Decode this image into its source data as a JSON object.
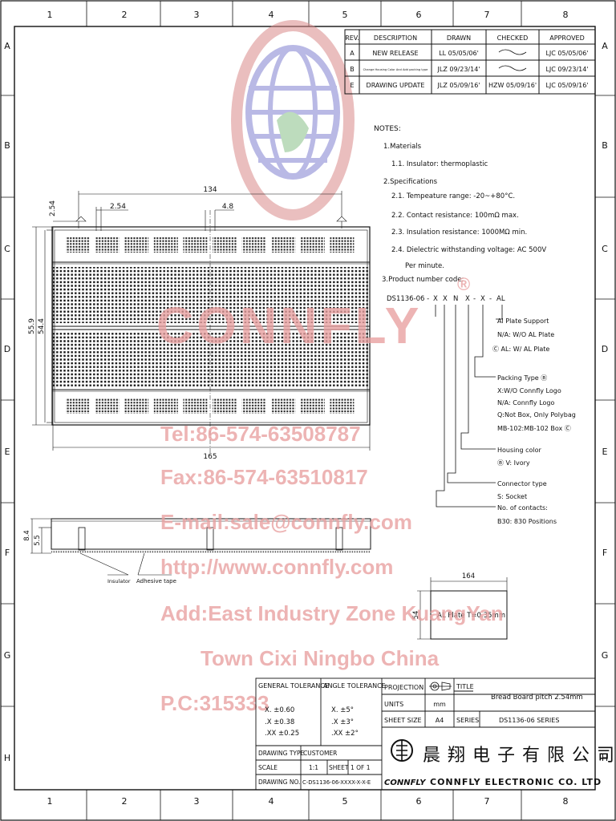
{
  "grid": {
    "cols": [
      "1",
      "2",
      "3",
      "4",
      "5",
      "6",
      "7",
      "8"
    ],
    "rows": [
      "A",
      "B",
      "C",
      "D",
      "E",
      "F",
      "G",
      "H"
    ]
  },
  "revision_table": {
    "headers": [
      "REV.",
      "DESCRIPTION",
      "DRAWN",
      "CHECKED",
      "APPROVED"
    ],
    "rows": [
      {
        "rev": "A",
        "desc": "NEW RELEASE",
        "drawn": "LL 05/05/06'",
        "approved": "LJC 05/05/06'"
      },
      {
        "rev": "B",
        "desc": "Change Housing Color And Add packing type",
        "drawn": "JLZ 09/23/14'",
        "approved": "LJC 09/23/14'"
      },
      {
        "rev": "E",
        "desc": "DRAWING UPDATE",
        "drawn": "JLZ 05/09/16'",
        "checked": "HZW 05/09/16'",
        "approved": "LJC 05/09/16'"
      }
    ]
  },
  "notes": {
    "title": "NOTES:",
    "lines": [
      "1.Materials",
      "1.1. Insulator: thermoplastic",
      "2.Specifications",
      "2.1. Tempeature range: -20~+80°C.",
      "2.2. Contact resistance: 100mΩ max.",
      "2.3. Insulation resistance: 1000MΩ min.",
      "2.4. Dielectric withstanding voltage: AC 500V",
      "Per minute.",
      "3.Product number code:"
    ]
  },
  "part_code": {
    "prefix": "DS1136-06 - ",
    "fields": [
      "X",
      "X",
      "N",
      "X",
      "-",
      "X",
      "-",
      "AL"
    ],
    "al_plate": [
      "Al Plate Support",
      "N/A: W/O AL Plate",
      "Ⓒ AL: W/ AL Plate"
    ],
    "packing": [
      "Packing Type Ⓑ",
      "X:W/O Connfly Logo",
      "N/A: Connfly Logo",
      "Q:Not Box, Only Polybag",
      "MB-102:MB-102 Box Ⓒ"
    ],
    "housing": [
      "Housing color",
      "Ⓑ V: Ivory"
    ],
    "connector": [
      "Connector type",
      "S: Socket"
    ],
    "contacts": [
      "No. of contacts:",
      "B30: 830  Positions"
    ]
  },
  "dimensions": {
    "d134": "134",
    "d254": "2.54",
    "d48": "4.8",
    "d254v": "2.54",
    "d559": "55.9",
    "d544": "54.4",
    "d165": "165",
    "d84": "8.4",
    "d55": "5.5",
    "d164": "164",
    "d54": "54"
  },
  "side_labels": {
    "insulator": "Insulator",
    "adhesive": "Adhesive tape"
  },
  "al_plate": {
    "label": "AL Plate T=0.35mm"
  },
  "watermark": {
    "lines": [
      "Tel:86-574-63508787",
      "Fax:86-574-63510817",
      "E-mail:sale@connfly.com",
      "http://www.connfly.com",
      "Add:East Industry Zone KuangYan",
      "Town Cixi Ningbo China",
      "P.C:315333"
    ],
    "brand": "CONNFLY",
    "reg": "®"
  },
  "title_block": {
    "general_tol": {
      "title": "GENERAL TOLERANCE",
      "lines": [
        "X.   ±0.60",
        ".X   ±0.38",
        ".XX  ±0.25"
      ]
    },
    "angle_tol": {
      "title": "ANGLE TOLERANCE",
      "lines": [
        "X.    ±5°",
        ".X    ±3°",
        ".XX   ±2°"
      ]
    },
    "projection": "PROJECTION",
    "title_label": "TITLE",
    "title_value": "Bread Board pitch 2.54mm",
    "units_label": "UNITS",
    "units_value": "mm",
    "sheet_size_label": "SHEET SIZE",
    "sheet_size_value": "A4",
    "series_label": "SERIES",
    "series_value": "DS1136-06  SERIES",
    "drawing_type_label": "DRAWING TYPE",
    "drawing_type_value": "CUSTOMER",
    "scale_label": "SCALE",
    "scale_value": "1:1",
    "sheet_label": "SHEET",
    "sheet_value": "1 OF 1",
    "drawing_no_label": "DRAWING NO.",
    "drawing_no_value": "C-DS1136-06-XXXX-X-X-E",
    "company_cn": "晨 翔 电 子 有 限 公 司",
    "company_logo_text": "CONNFLY",
    "company_en": "CONNFLY ELECTRONIC CO. LTD"
  }
}
